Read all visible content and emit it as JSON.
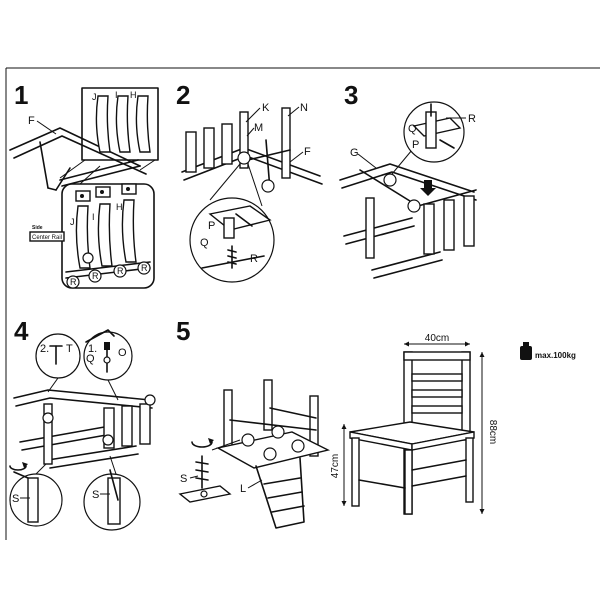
{
  "steps": [
    {
      "number": "1",
      "labels": {
        "F": "F",
        "J_top": "J",
        "I_top": "I",
        "H_top": "H",
        "J": "J",
        "I": "I",
        "H": "H",
        "R": "R",
        "center_rail": "Center Rail",
        "side": "Side"
      }
    },
    {
      "number": "2",
      "labels": {
        "K": "K",
        "M": "M",
        "N": "N",
        "F": "F",
        "P": "P",
        "Q": "Q",
        "R": "R"
      }
    },
    {
      "number": "3",
      "labels": {
        "G": "G",
        "R": "R",
        "Q": "Q",
        "P": "P"
      }
    },
    {
      "number": "4",
      "labels": {
        "sub2": "2.",
        "T": "T",
        "sub1": "1.",
        "Q": "Q",
        "O": "O",
        "S_left": "S",
        "S_right": "S"
      }
    },
    {
      "number": "5",
      "labels": {
        "S": "S",
        "L": "L"
      }
    }
  ],
  "dimensions": {
    "width": "40cm",
    "height_total": "88cm",
    "seat_height": "47cm"
  },
  "max_load": "max.100kg"
}
